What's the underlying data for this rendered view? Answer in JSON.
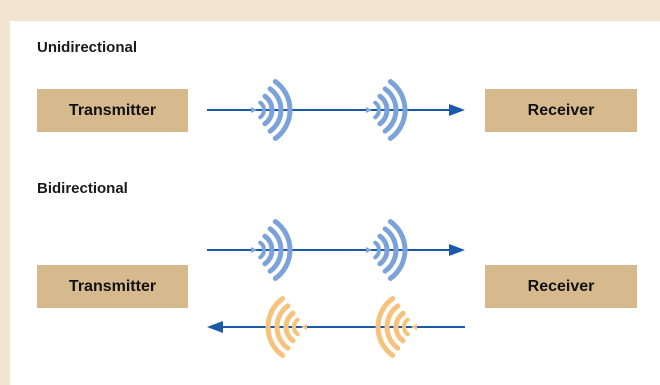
{
  "unidirectional": {
    "title": "Unidirectional",
    "transmitter_label": "Transmitter",
    "receiver_label": "Receiver"
  },
  "bidirectional": {
    "title": "Bidirectional",
    "transmitter_label": "Transmitter",
    "receiver_label": "Receiver"
  },
  "colors": {
    "frame_background": "#f2e6d2",
    "panel_background": "#ffffff",
    "box_fill": "#d7b98e",
    "arrow": "#1a5aa8",
    "forward_wave": "#7ba3d9",
    "reverse_wave": "#f7c27b"
  },
  "icons": [
    "arrow-right-icon",
    "arrow-left-icon",
    "radio-wave-icon"
  ]
}
